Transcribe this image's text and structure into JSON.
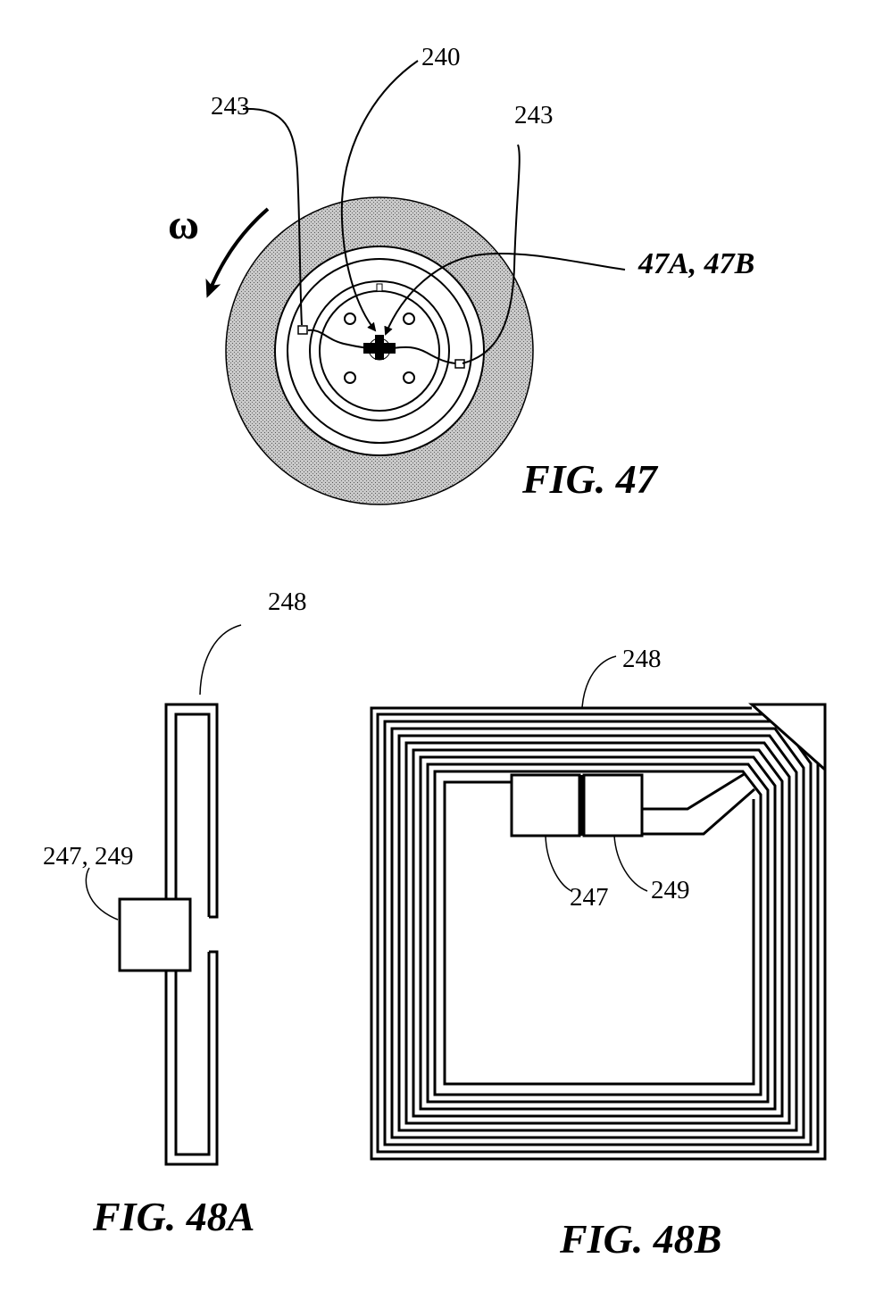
{
  "figures": {
    "fig47": {
      "caption": "FIG. 47",
      "labels": {
        "ref_240": "240",
        "ref_243_left": "243",
        "ref_243_right": "243",
        "ref_47": "47A, 47B",
        "rotation_symbol": "ω"
      }
    },
    "fig48a": {
      "caption": "FIG. 48A",
      "labels": {
        "ref_248": "248",
        "ref_247_249": "247, 249"
      }
    },
    "fig48b": {
      "caption": "FIG. 48B",
      "labels": {
        "ref_248": "248",
        "ref_247": "247",
        "ref_249": "249"
      }
    }
  },
  "colors": {
    "ink": "#000000",
    "tread_shade": "#b5b5b5",
    "paper": "#ffffff"
  }
}
